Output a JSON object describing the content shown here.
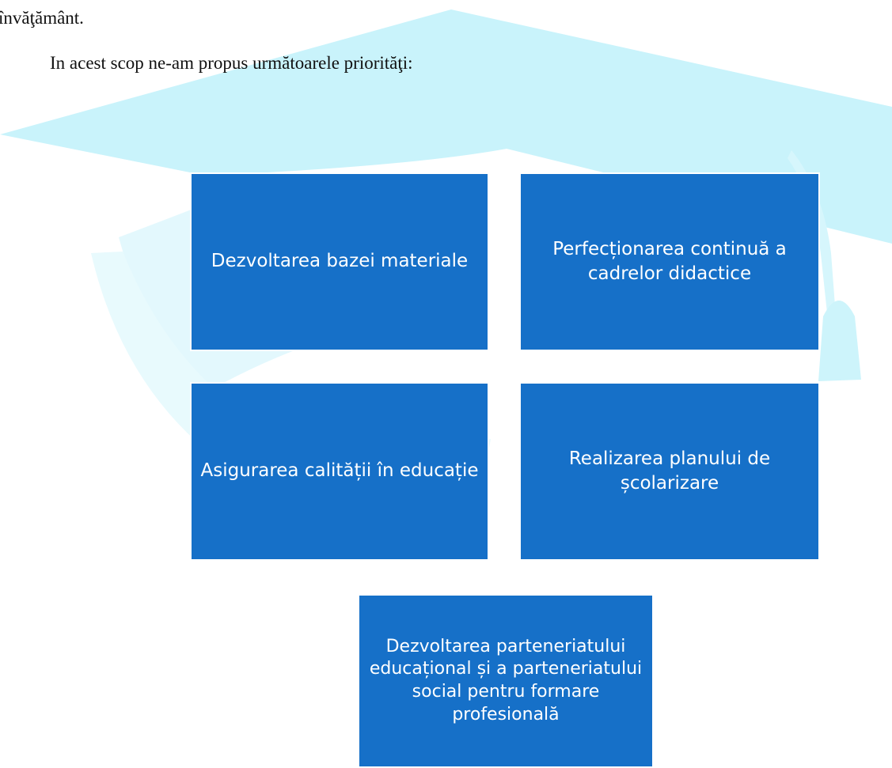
{
  "document": {
    "line_fragment": "învăţământ.",
    "intro": "In acest scop ne-am propus următoarele priorităţi:"
  },
  "priorities": [
    "Dezvoltarea bazei materiale",
    "Perfecționarea continuă a cadrelor didactice",
    "Asigurarea calității în educație",
    "Realizarea planului de școlarizare",
    "Dezvoltarea parteneriatului educațional și a parteneriatului social pentru formare profesională"
  ],
  "colors": {
    "box_fill": "#1670c8",
    "watermark": "#c8f2fb"
  }
}
